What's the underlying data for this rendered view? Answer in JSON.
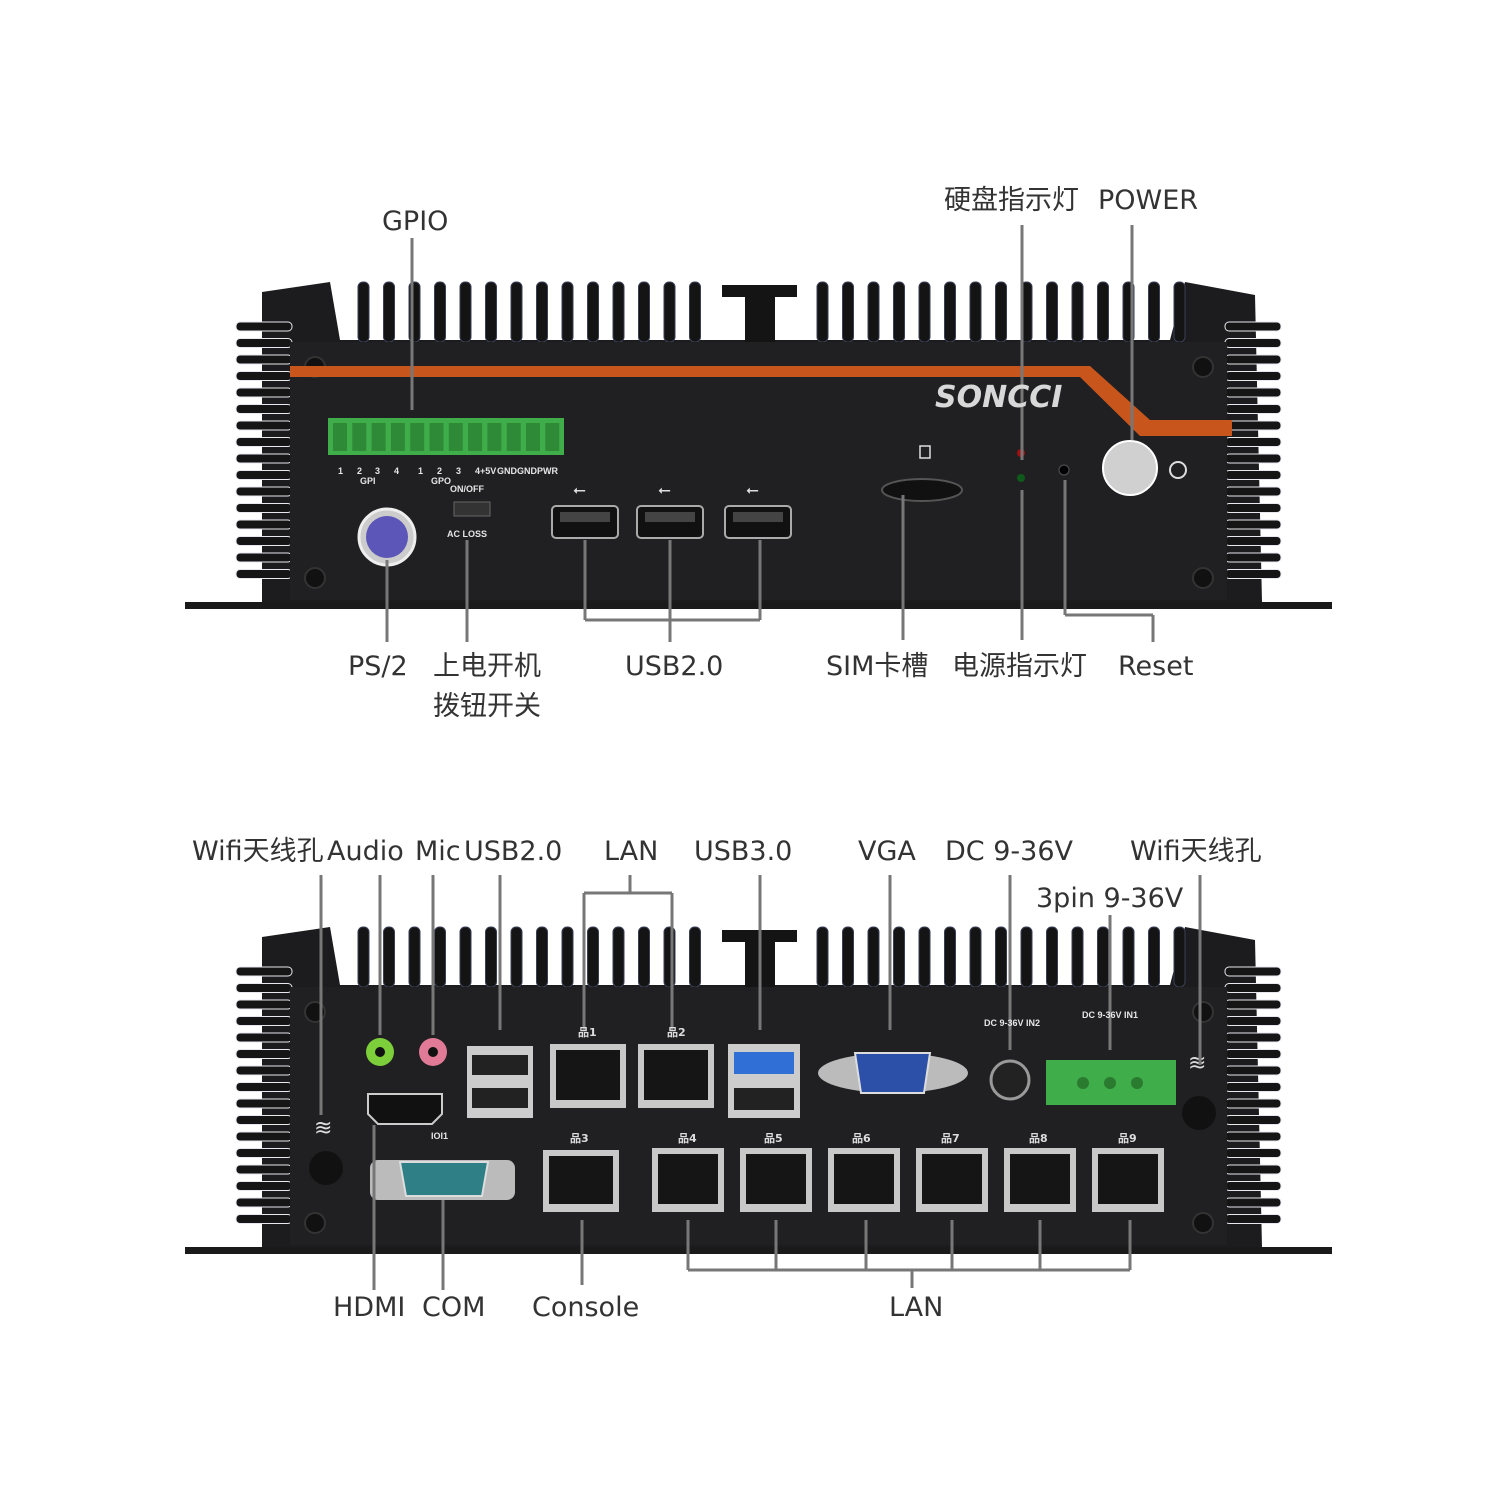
{
  "top_panel": {
    "brand_logo": "SONCCI",
    "labels": {
      "gpio": "GPIO",
      "hdd_led": "硬盘指示灯",
      "power": "POWER",
      "ps2": "PS/2",
      "power_on_switch_line1": "上电开机",
      "power_on_switch_line2": "拨钮开关",
      "usb20": "USB2.0",
      "sim_slot": "SIM卡槽",
      "power_led": "电源指示灯",
      "reset": "Reset"
    },
    "silkscreen": {
      "gpi": "GPI",
      "gpo": "GPO",
      "pin_5v": "+5V",
      "pin_gnd1": "GND",
      "pin_gnd2": "GND",
      "pin_pwr": "PWR",
      "on_off": "ON/OFF",
      "ac_loss": "AC LOSS",
      "gpio_pin_numbers": [
        "1",
        "2",
        "3",
        "4",
        "1",
        "2",
        "3",
        "4"
      ]
    },
    "icons": [
      "usb-icon",
      "sim-icon",
      "hdd-icon",
      "power-led-icon",
      "reset-icon",
      "power-icon",
      "keyboard-mouse-icon"
    ]
  },
  "bottom_panel": {
    "labels": {
      "wifi_left": "Wifi天线孔",
      "audio": "Audio",
      "mic": "Mic",
      "usb20": "USB2.0",
      "lan_top": "LAN",
      "usb30": "USB3.0",
      "vga": "VGA",
      "dc": "DC 9-36V",
      "wifi_right": "Wifi天线孔",
      "three_pin": "3pin 9-36V",
      "hdmi": "HDMI",
      "com": "COM",
      "console": "Console",
      "lan_bottom": "LAN"
    },
    "silkscreen": {
      "dc_in2": "DC 9-36V IN2",
      "dc_in1": "DC 9-36V IN1",
      "com_mark": "IOI1",
      "lan_numbers": [
        "1",
        "2",
        "3",
        "4",
        "5",
        "6",
        "7",
        "8",
        "9"
      ]
    },
    "icons": [
      "wifi-icon",
      "headphone-icon",
      "microphone-icon",
      "usb-icon",
      "network-icon",
      "monitor-icon",
      "dc-polarity-icon"
    ]
  },
  "colors": {
    "chassis": "#1c1c1e",
    "accent_stripe": "#c8561c",
    "gpio_green": "#3fae4a",
    "ps2_purple": "#5b56b8",
    "audio_green": "#7ccf3a",
    "mic_pink": "#e07a97",
    "usb3_blue": "#2f6fd6",
    "vga_blue": "#2c4fa8",
    "com_teal": "#2f7f86",
    "leader_line": "#777777",
    "label_text": "#333333"
  }
}
